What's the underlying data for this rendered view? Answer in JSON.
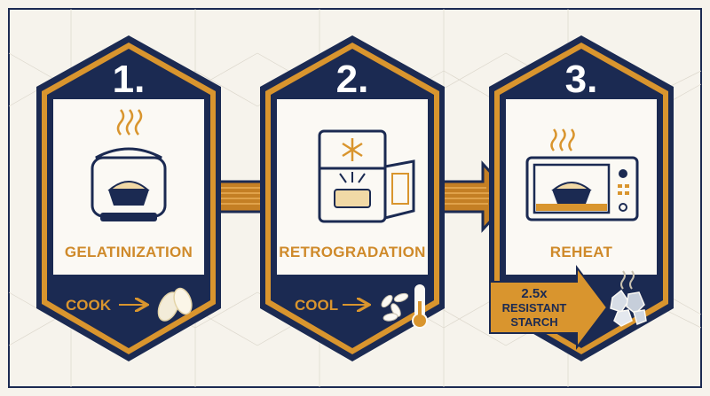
{
  "colors": {
    "navy": "#1b2a52",
    "gold": "#d9952e",
    "cream": "#f6f3ec",
    "panel": "#fbf9f4"
  },
  "steps": [
    {
      "number": "1.",
      "label": "GELATINIZATION",
      "footer_text": "COOK",
      "icon": "rice-cooker-icon",
      "footer_icon": "cooked-rice-grains-icon"
    },
    {
      "number": "2.",
      "label": "RETROGRADATION",
      "footer_text": "COOL",
      "icon": "refrigerator-icon",
      "footer_icon": "thermometer-icon"
    },
    {
      "number": "3.",
      "label": "REHEAT",
      "footer_icon": "resistant-starch-crystals-icon",
      "icon": "microwave-icon",
      "badge": {
        "value": "2.5x",
        "line1": "RESISTANT",
        "line2": "STARCH"
      }
    }
  ]
}
